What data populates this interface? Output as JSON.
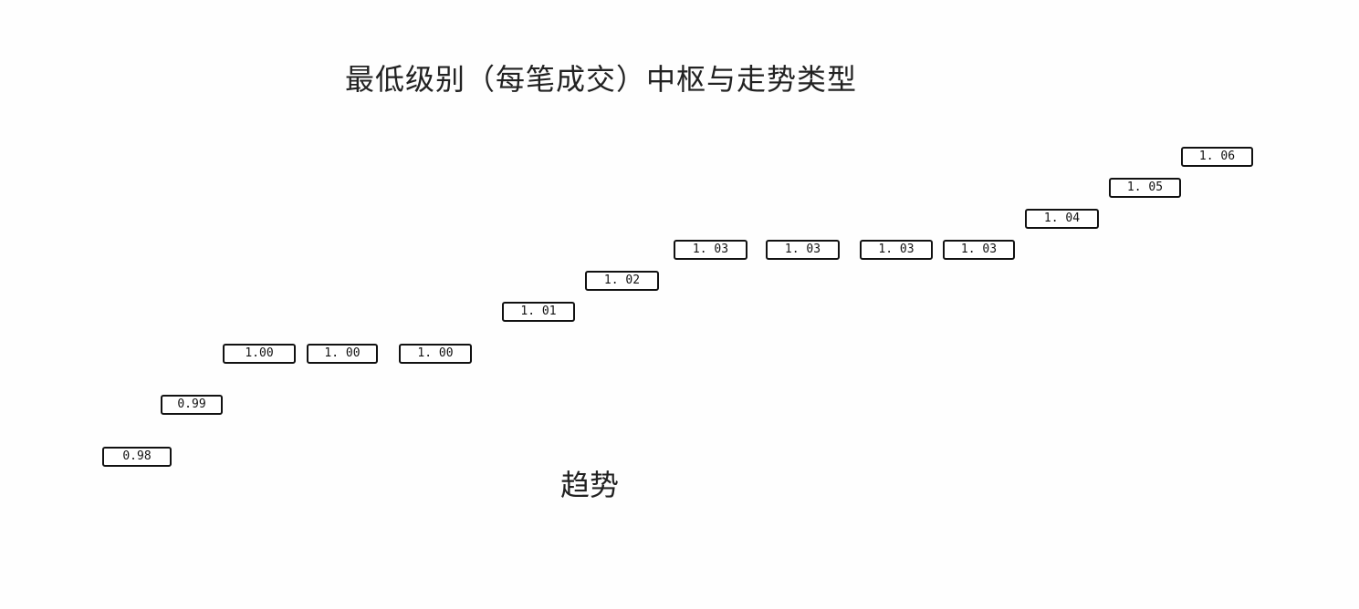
{
  "title": "最低级别（每笔成交）中枢与走势类型",
  "caption": "趋势",
  "prices": [
    {
      "label": "0.98",
      "value": 0.98
    },
    {
      "label": "0.99",
      "value": 0.99
    },
    {
      "label": "1.00",
      "value": 1.0
    },
    {
      "label": "1. 00",
      "value": 1.0
    },
    {
      "label": "1. 00",
      "value": 1.0
    },
    {
      "label": "1. 01",
      "value": 1.01
    },
    {
      "label": "1. 02",
      "value": 1.02
    },
    {
      "label": "1. 03",
      "value": 1.03
    },
    {
      "label": "1. 03",
      "value": 1.03
    },
    {
      "label": "1. 03",
      "value": 1.03
    },
    {
      "label": "1. 03",
      "value": 1.03
    },
    {
      "label": "1. 04",
      "value": 1.04
    },
    {
      "label": "1. 05",
      "value": 1.05
    },
    {
      "label": "1. 06",
      "value": 1.06
    }
  ]
}
